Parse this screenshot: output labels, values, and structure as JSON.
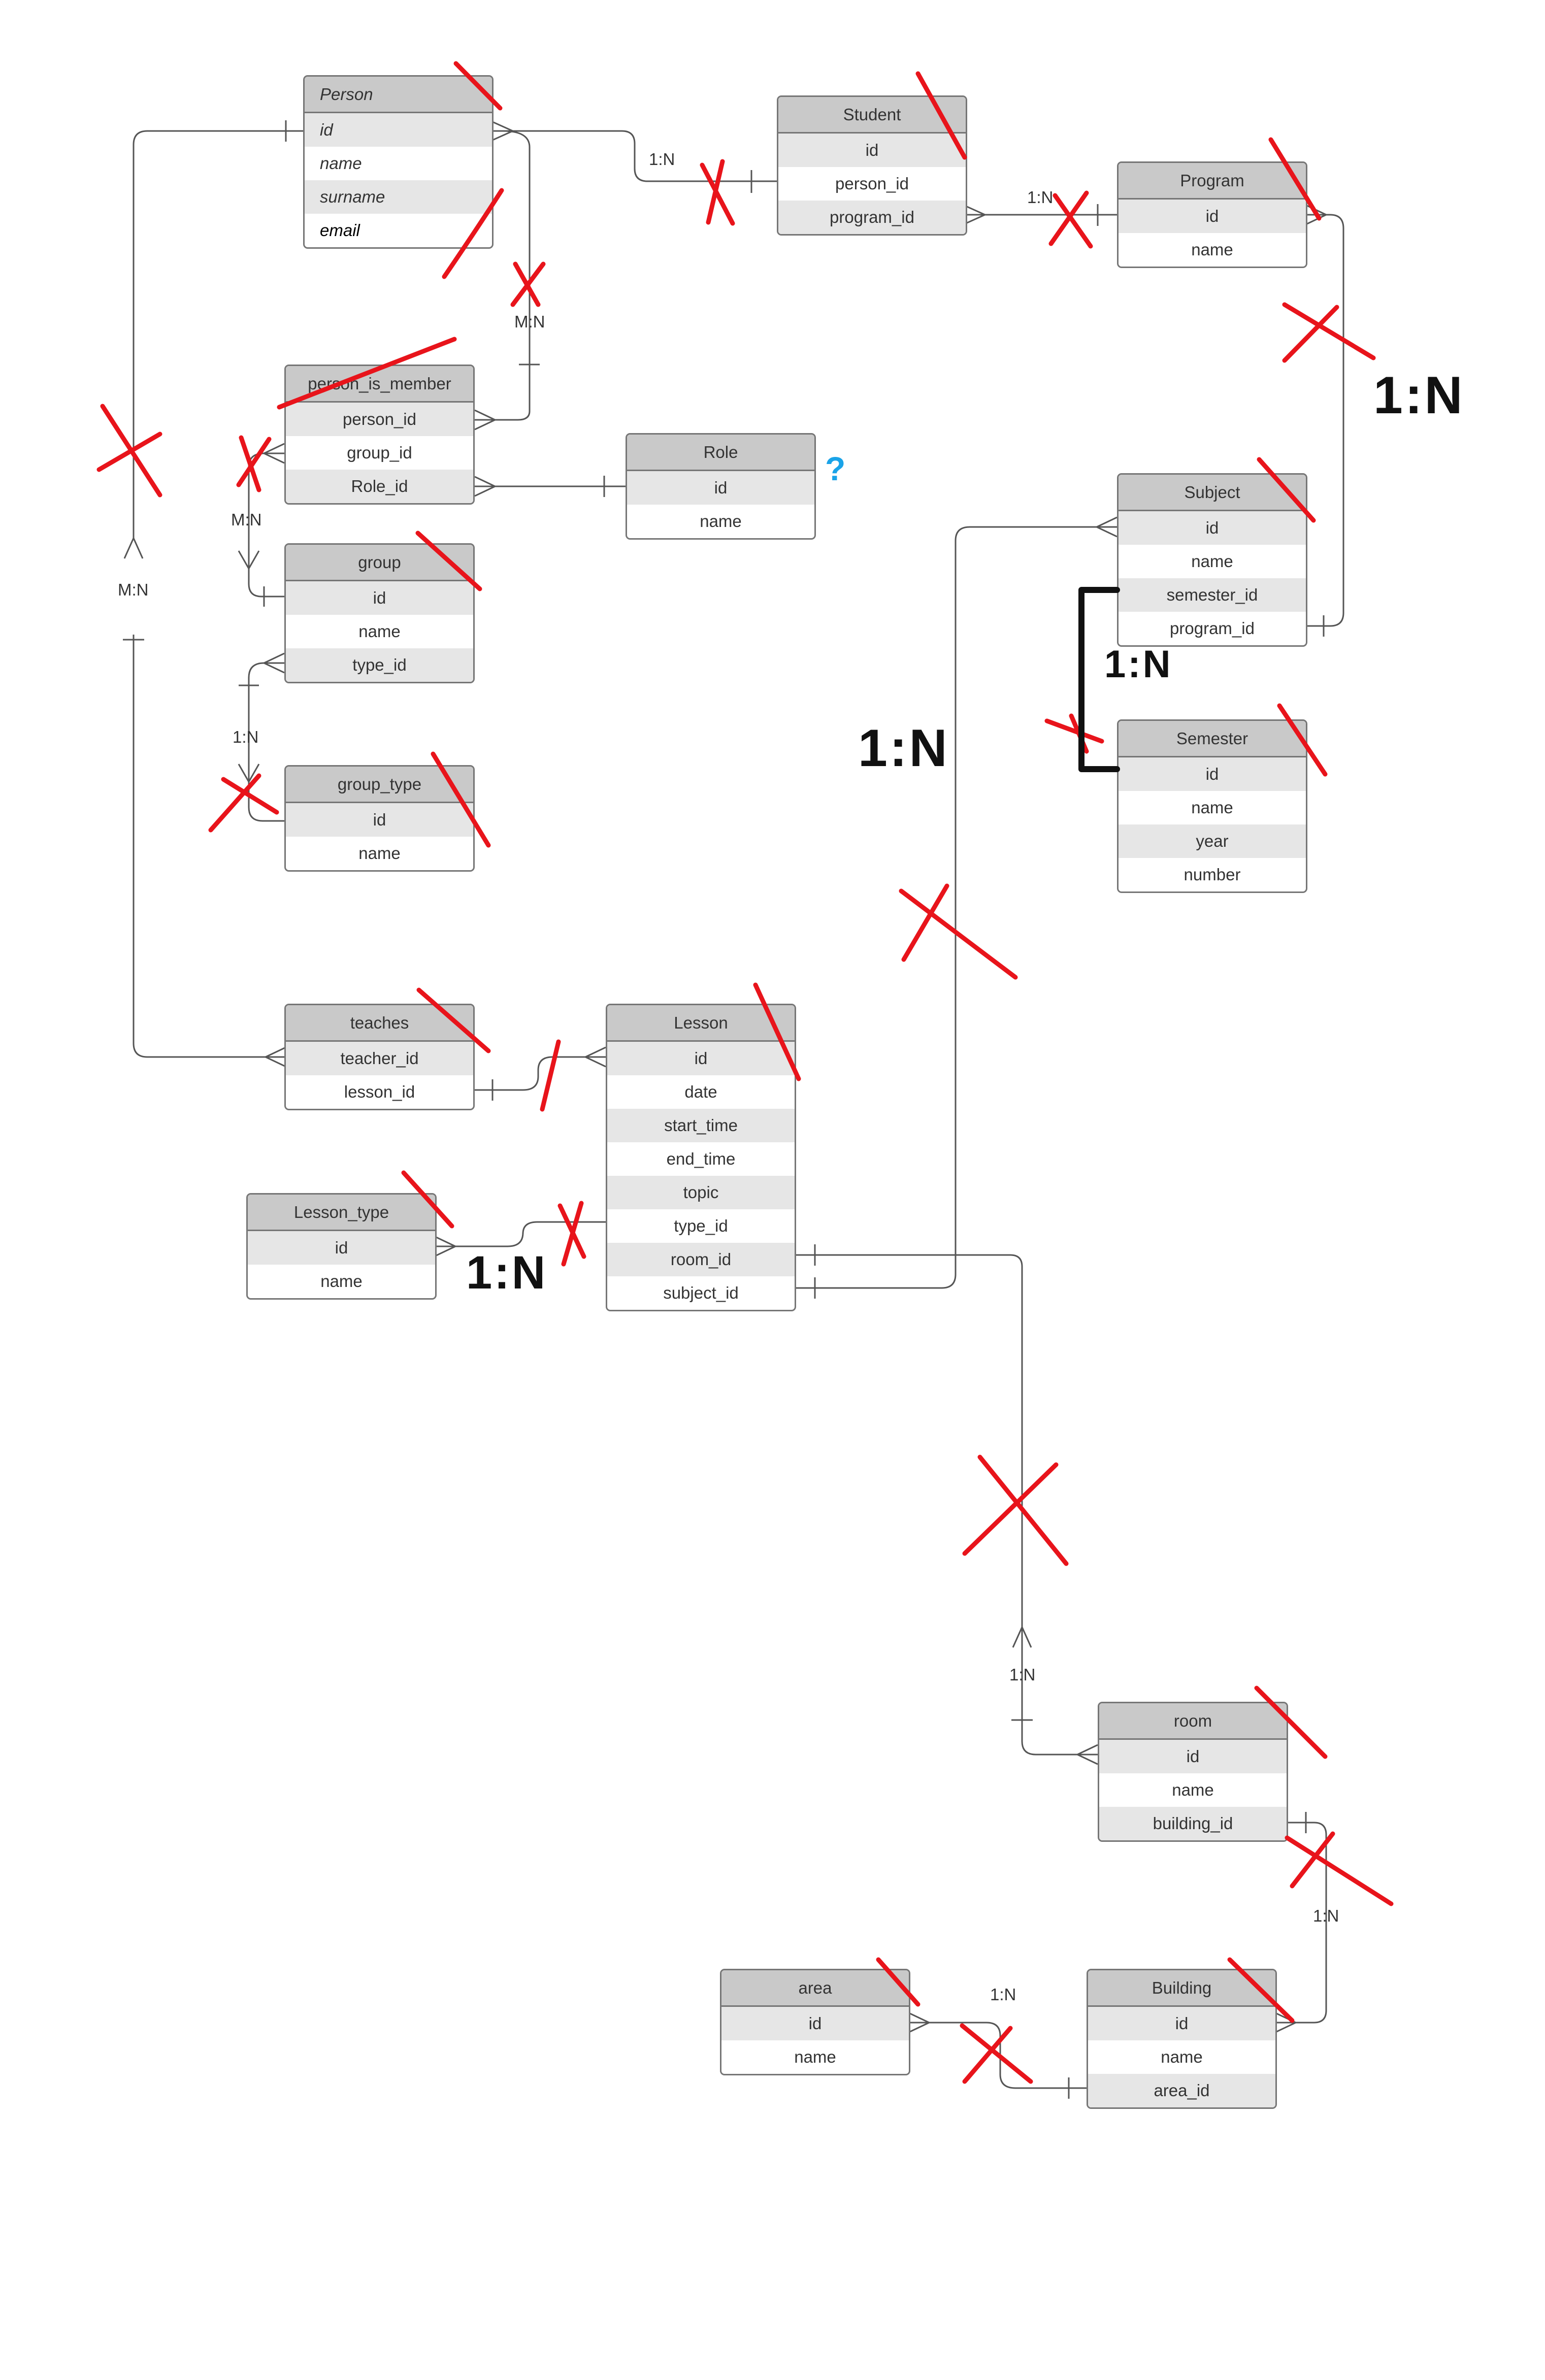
{
  "entities": {
    "person": {
      "title": "Person",
      "fields": [
        "id",
        "name",
        "surname",
        "email"
      ]
    },
    "student": {
      "title": "Student",
      "fields": [
        "id",
        "person_id",
        "program_id"
      ]
    },
    "program": {
      "title": "Program",
      "fields": [
        "id",
        "name"
      ]
    },
    "person_is_member": {
      "title": "person_is_member",
      "fields": [
        "person_id",
        "group_id",
        "Role_id"
      ]
    },
    "role": {
      "title": "Role",
      "fields": [
        "id",
        "name"
      ]
    },
    "group": {
      "title": "group",
      "fields": [
        "id",
        "name",
        "type_id"
      ]
    },
    "group_type": {
      "title": "group_type",
      "fields": [
        "id",
        "name"
      ]
    },
    "subject": {
      "title": "Subject",
      "fields": [
        "id",
        "name",
        "semester_id",
        "program_id"
      ]
    },
    "semester": {
      "title": "Semester",
      "fields": [
        "id",
        "name",
        "year",
        "number"
      ]
    },
    "teaches": {
      "title": "teaches",
      "fields": [
        "teacher_id",
        "lesson_id"
      ]
    },
    "lesson": {
      "title": "Lesson",
      "fields": [
        "id",
        "date",
        "start_time",
        "end_time",
        "topic",
        "type_id",
        "room_id",
        "subject_id"
      ]
    },
    "lesson_type": {
      "title": "Lesson_type",
      "fields": [
        "id",
        "name"
      ]
    },
    "room": {
      "title": "room",
      "fields": [
        "id",
        "name",
        "building_id"
      ]
    },
    "area": {
      "title": "area",
      "fields": [
        "id",
        "name"
      ]
    },
    "building": {
      "title": "Building",
      "fields": [
        "id",
        "name",
        "area_id"
      ]
    }
  },
  "relationship_labels": {
    "person_student": "1:N",
    "student_program": "1:N",
    "person_member": "M:N",
    "person_teaches": "M:N",
    "member_group": "M:N",
    "group_type": "1:N",
    "room_lesson": "1:N",
    "room_building": "1:N",
    "building_area": "1:N"
  },
  "handwritten": {
    "program_subject": "1:N",
    "subject_semester": "1:N",
    "lesson_subject": "1:N",
    "lesson_type": "1:N",
    "role_question": "?"
  },
  "colors": {
    "line": "#555555",
    "border": "#767676",
    "header": "#c9c9c9",
    "stripe": "#e6e6e6",
    "strike": "#e8141b",
    "marker_black": "#111111",
    "question": "#1aa3e8"
  }
}
